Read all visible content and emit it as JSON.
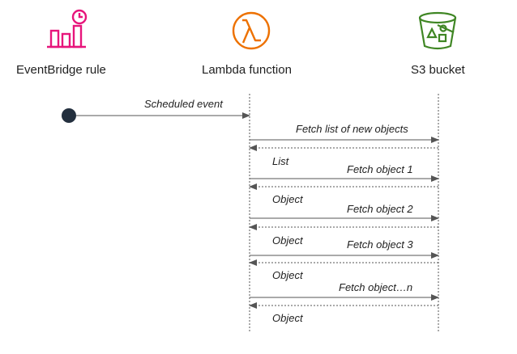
{
  "participants": {
    "eventbridge": {
      "label": "EventBridge rule",
      "icon": "eventbridge-rule-icon",
      "color": "#e7157b"
    },
    "lambda": {
      "label": "Lambda function",
      "icon": "lambda-icon",
      "color": "#ed7100"
    },
    "s3": {
      "label": "S3 bucket",
      "icon": "s3-bucket-icon",
      "color": "#3f8624"
    }
  },
  "messages": [
    {
      "text": "Scheduled event"
    },
    {
      "text": "Fetch list of new objects"
    },
    {
      "text": "List"
    },
    {
      "text": "Fetch object 1"
    },
    {
      "text": "Object"
    },
    {
      "text": "Fetch object 2"
    },
    {
      "text": "Object"
    },
    {
      "text": "Fetch object 3"
    },
    {
      "text": "Object"
    },
    {
      "text": "Fetch object…n"
    },
    {
      "text": "Object"
    }
  ],
  "colors": {
    "line": "#555555",
    "start_node": "#232f3e"
  }
}
